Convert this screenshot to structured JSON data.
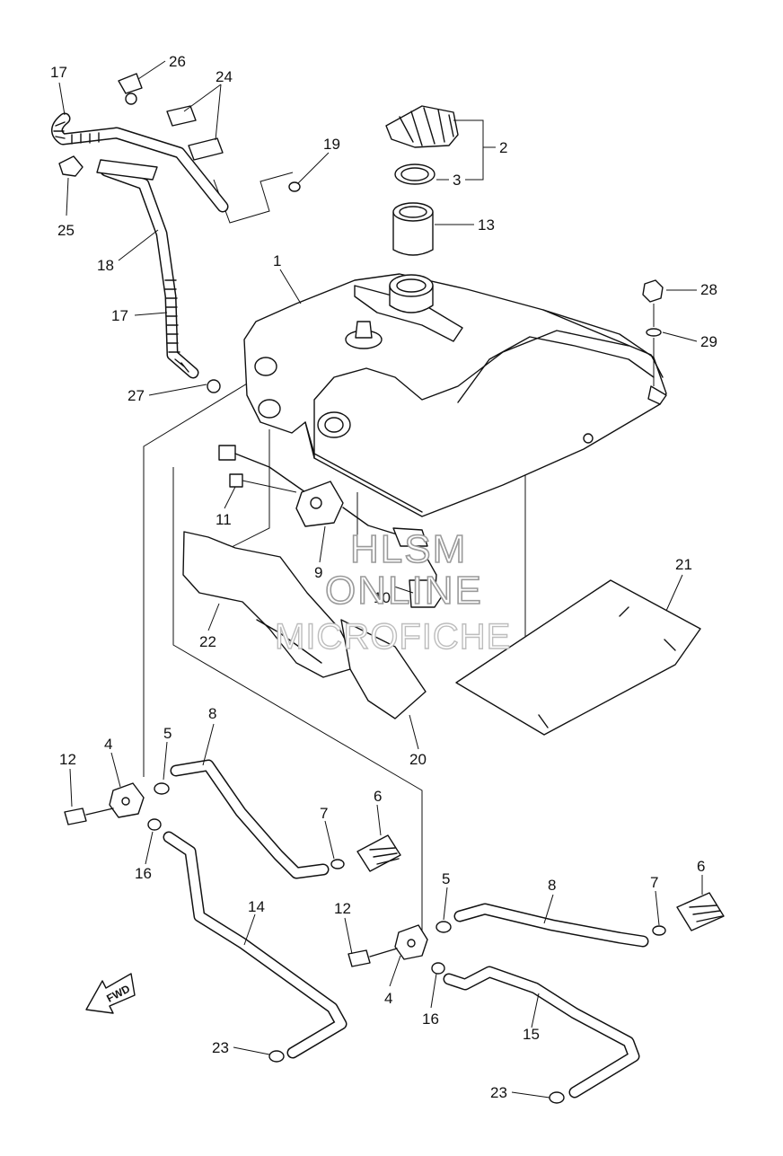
{
  "diagram": {
    "watermark": {
      "line1": "HLSM",
      "line2": "ONLINE",
      "line3": "MICROFICHE"
    },
    "fwd_arrow": {
      "label": "FWD"
    },
    "callouts": [
      {
        "id": "c17a",
        "label": "17"
      },
      {
        "id": "c26",
        "label": "26"
      },
      {
        "id": "c24",
        "label": "24"
      },
      {
        "id": "c25",
        "label": "25"
      },
      {
        "id": "c19",
        "label": "19"
      },
      {
        "id": "c2",
        "label": "2"
      },
      {
        "id": "c3",
        "label": "3"
      },
      {
        "id": "c13",
        "label": "13"
      },
      {
        "id": "c18",
        "label": "18"
      },
      {
        "id": "c1",
        "label": "1"
      },
      {
        "id": "c28",
        "label": "28"
      },
      {
        "id": "c17b",
        "label": "17"
      },
      {
        "id": "c29",
        "label": "29"
      },
      {
        "id": "c27",
        "label": "27"
      },
      {
        "id": "c11",
        "label": "11"
      },
      {
        "id": "c9",
        "label": "9"
      },
      {
        "id": "c10",
        "label": "10"
      },
      {
        "id": "c21",
        "label": "21"
      },
      {
        "id": "c22",
        "label": "22"
      },
      {
        "id": "c20",
        "label": "20"
      },
      {
        "id": "c8a",
        "label": "8"
      },
      {
        "id": "c4a",
        "label": "4"
      },
      {
        "id": "c5a",
        "label": "5"
      },
      {
        "id": "c12a",
        "label": "12"
      },
      {
        "id": "c6a",
        "label": "6"
      },
      {
        "id": "c7a",
        "label": "7"
      },
      {
        "id": "c16a",
        "label": "16"
      },
      {
        "id": "c14",
        "label": "14"
      },
      {
        "id": "c5b",
        "label": "5"
      },
      {
        "id": "c8b",
        "label": "8"
      },
      {
        "id": "c7b",
        "label": "7"
      },
      {
        "id": "c6b",
        "label": "6"
      },
      {
        "id": "c12b",
        "label": "12"
      },
      {
        "id": "c4b",
        "label": "4"
      },
      {
        "id": "c16b",
        "label": "16"
      },
      {
        "id": "c15",
        "label": "15"
      },
      {
        "id": "c23a",
        "label": "23"
      },
      {
        "id": "c23b",
        "label": "23"
      }
    ]
  }
}
